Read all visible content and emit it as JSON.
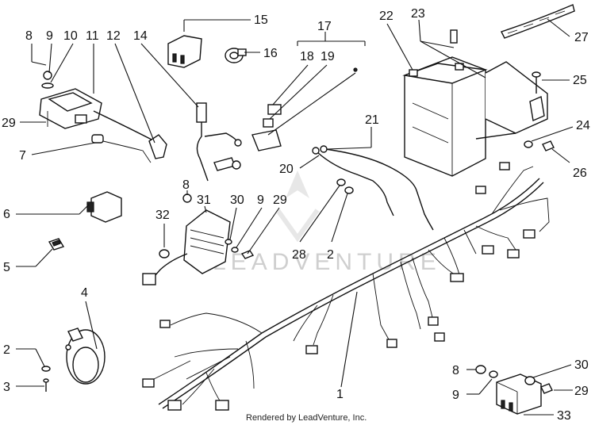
{
  "callouts": {
    "n1": "1",
    "n2a": "2",
    "n2b": "2",
    "n3": "3",
    "n4": "4",
    "n5": "5",
    "n6": "6",
    "n7": "7",
    "n8a": "8",
    "n8b": "8",
    "n8c": "8",
    "n9a": "9",
    "n9b": "9",
    "n9c": "9",
    "n10": "10",
    "n11": "11",
    "n12": "12",
    "n14": "14",
    "n15": "15",
    "n16": "16",
    "n17": "17",
    "n18": "18",
    "n19": "19",
    "n20": "20",
    "n21": "21",
    "n22": "22",
    "n23": "23",
    "n24": "24",
    "n25": "25",
    "n26": "26",
    "n27": "27",
    "n28": "28",
    "n29a": "29",
    "n29b": "29",
    "n29c": "29",
    "n30a": "30",
    "n30b": "30",
    "n31": "31",
    "n32": "32",
    "n33": "33"
  },
  "watermark": "LEADVENTURE",
  "footer": "Rendered by LeadVenture, Inc."
}
